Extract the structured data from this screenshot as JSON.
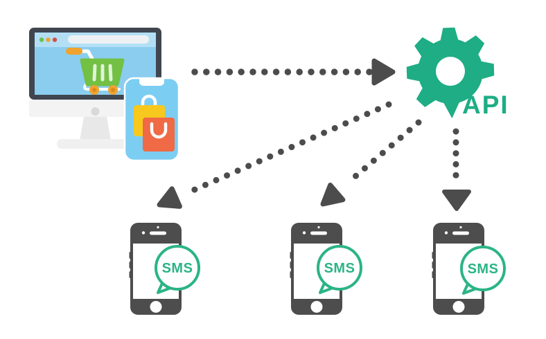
{
  "labels": {
    "api": "API",
    "sms_bubbles": [
      "SMS",
      "SMS",
      "SMS"
    ]
  },
  "nodes": {
    "source": "online-store-monitor-with-mobile-shopping-app",
    "processor": "sms-api-gear",
    "recipients": [
      "smartphone-1",
      "smartphone-2",
      "smartphone-3"
    ]
  },
  "arrows": [
    {
      "name": "store-to-api",
      "style": "dotted",
      "direction": "right"
    },
    {
      "name": "api-to-phone-1",
      "style": "dotted",
      "direction": "down-left"
    },
    {
      "name": "api-to-phone-2",
      "style": "dotted",
      "direction": "down-left"
    },
    {
      "name": "api-to-phone-3",
      "style": "dotted",
      "direction": "down"
    }
  ],
  "icons": [
    "desktop-monitor-icon",
    "browser-window-icon",
    "shopping-cart-icon",
    "smartphone-icon",
    "shopping-bags-icon",
    "gear-icon",
    "sms-speech-bubble-icon",
    "dotted-arrow-icon"
  ],
  "colors": {
    "api_green": "#1ead84",
    "sms_green": "#2bb486",
    "cart_green": "#72c044",
    "screen_blue": "#8bcdef",
    "browser_bar_blue": "#b3dff5",
    "phone_blue": "#7ccdf2",
    "bag_yellow": "#f7c81d",
    "bag_orange": "#ef6a45",
    "orange_accent": "#f0a32e",
    "arrow_gray": "#4c4c4c",
    "monitor_frame": "#3f4650",
    "handset_gray": "#4d4d4d"
  }
}
